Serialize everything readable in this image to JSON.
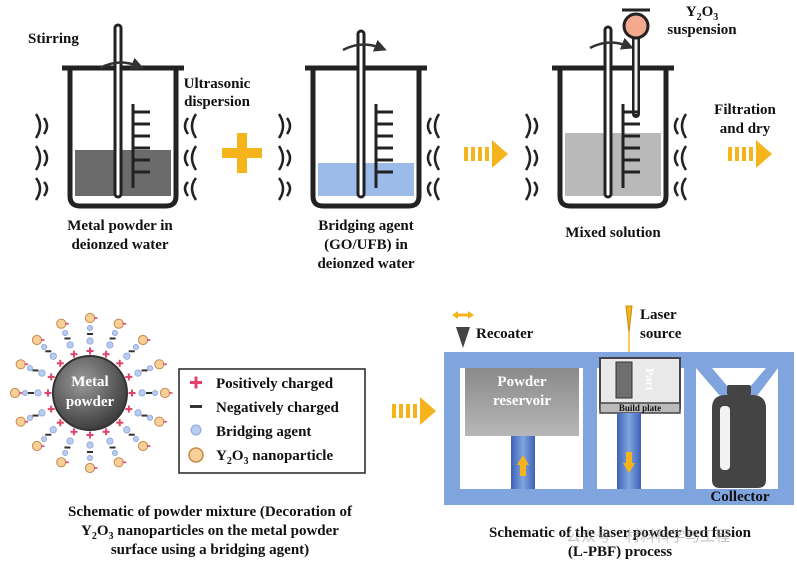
{
  "top": {
    "stirring": "Stirring",
    "ultrasonic": [
      "Ultrasonic",
      "dispersion"
    ],
    "beaker1": [
      "Metal powder in",
      "deionzed water"
    ],
    "beaker2": [
      "Bridging agent",
      "(GO/UFB) in",
      "deionzed water"
    ],
    "beaker3": [
      "Mixed solution"
    ],
    "y2o3": [
      "Y2O3",
      "suspension"
    ],
    "filtration": [
      "Filtration",
      "and dry"
    ]
  },
  "mixture": {
    "core_label": [
      "Metal",
      "powder"
    ],
    "legend": [
      "Positively charged",
      "Negatively charged",
      "Bridging agent",
      "Y2O3 nanoparticle"
    ],
    "caption": [
      "Schematic of powder mixture (Decoration of",
      "Y2O3 nanoparticles on the metal powder",
      "surface using a bridging agent)"
    ]
  },
  "lpbf": {
    "recoater": "Recoater",
    "laser": [
      "Laser",
      "source"
    ],
    "reservoir": [
      "Powder",
      "reservoir"
    ],
    "part": "Part",
    "build_plate": "Build plate",
    "collector": "Collector",
    "caption": [
      "Schematic of the laser powder bed fusion",
      "(L-PBF) process"
    ]
  },
  "watermark": "公众号 · 材料科学与工程",
  "colors": {
    "arrow": "#F5B41C",
    "dark_powder": "#6b6b6b",
    "blue_liquid": "#9dbbe8",
    "mixed_liquid": "#b9b9b9",
    "machine_blue": "#7fa4de",
    "reservoir_gray": "#888888",
    "positive": "#e0446a",
    "bridging": "#b9cbee",
    "y2o3": "#f7cf98"
  }
}
